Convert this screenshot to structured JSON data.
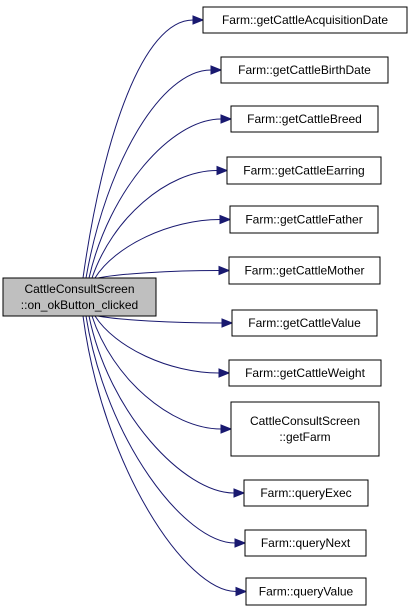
{
  "graph": {
    "colors": {
      "edge": "#191970",
      "source_fill": "#bfbfbf",
      "node_fill": "#ffffff",
      "node_border": "#000000"
    },
    "source": {
      "id": "source",
      "lines": [
        "CattleConsultScreen",
        "::on_okButton_clicked"
      ]
    },
    "targets": [
      {
        "id": "t0",
        "lines": [
          "Farm::getCattleAcquisitionDate"
        ]
      },
      {
        "id": "t1",
        "lines": [
          "Farm::getCattleBirthDate"
        ]
      },
      {
        "id": "t2",
        "lines": [
          "Farm::getCattleBreed"
        ]
      },
      {
        "id": "t3",
        "lines": [
          "Farm::getCattleEarring"
        ]
      },
      {
        "id": "t4",
        "lines": [
          "Farm::getCattleFather"
        ]
      },
      {
        "id": "t5",
        "lines": [
          "Farm::getCattleMother"
        ]
      },
      {
        "id": "t6",
        "lines": [
          "Farm::getCattleValue"
        ]
      },
      {
        "id": "t7",
        "lines": [
          "Farm::getCattleWeight"
        ]
      },
      {
        "id": "t8",
        "lines": [
          "CattleConsultScreen",
          "::getFarm"
        ]
      },
      {
        "id": "t9",
        "lines": [
          "Farm::queryExec"
        ]
      },
      {
        "id": "t10",
        "lines": [
          "Farm::queryNext"
        ]
      },
      {
        "id": "t11",
        "lines": [
          "Farm::queryValue"
        ]
      }
    ]
  }
}
